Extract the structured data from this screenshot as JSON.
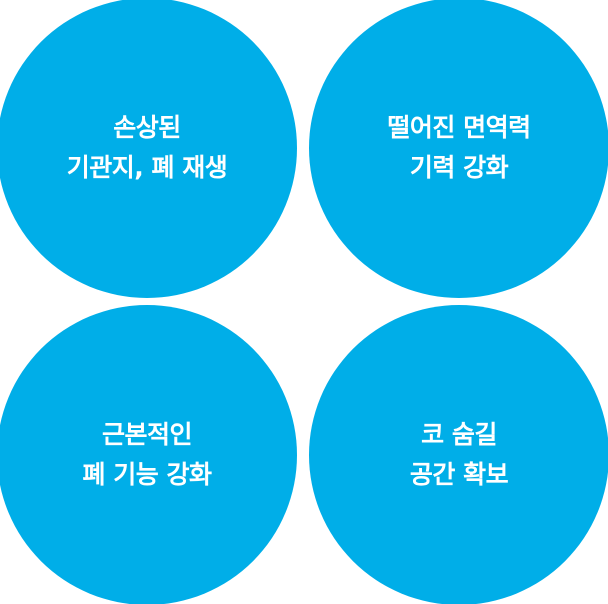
{
  "colors": {
    "circle": "#00aee8",
    "text": "#ffffff",
    "background": "#ffffff"
  },
  "circles": [
    {
      "line1": "손상된",
      "line2": "기관지, 폐 재생"
    },
    {
      "line1": "떨어진 면역력",
      "line2": "기력 강화"
    },
    {
      "line1": "근본적인",
      "line2": "폐 기능 강화"
    },
    {
      "line1": "코 숨길",
      "line2": "공간 확보"
    }
  ]
}
